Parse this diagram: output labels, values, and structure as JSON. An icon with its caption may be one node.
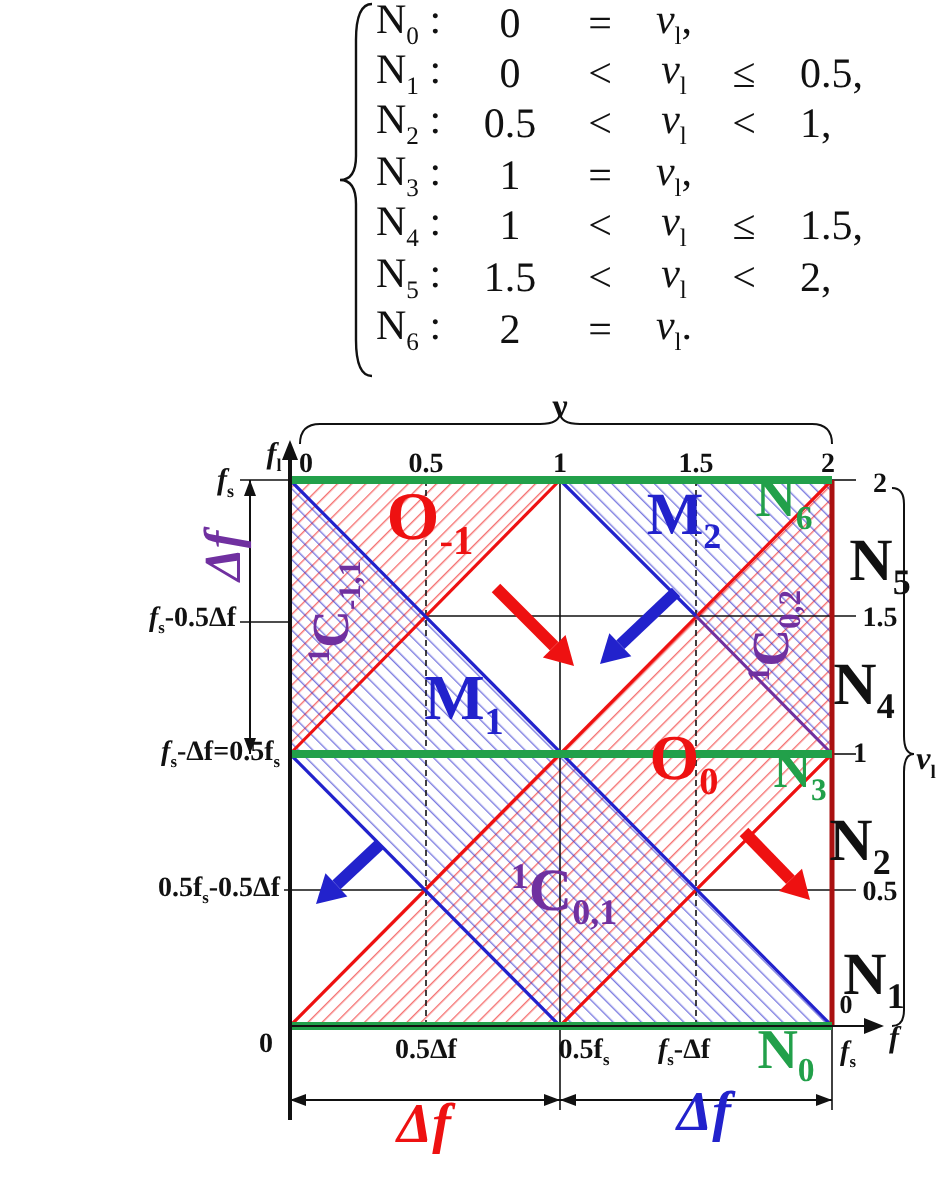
{
  "diagram": {
    "labels": [
      "N$_{0}$ :",
      "0",
      "=",
      "*ν*$_{l}$,",
      "N$_{1}$ :",
      "0",
      "<",
      "*ν*$_{l}$",
      "≤",
      "0.5,",
      "N$_{2}$ :",
      "0.5",
      "<",
      "*ν*$_{l}$",
      "<",
      "1,",
      "N$_{3}$ :",
      "1",
      "=",
      "*ν*$_{l}$,",
      "N$_{4}$ :",
      "1",
      "<",
      "*ν*$_{l}$",
      "≤",
      "1.5,",
      "N$_{5}$ :",
      "1.5",
      "<",
      "*ν*$_{l}$",
      "<",
      "2,",
      "N$_{6}$ :",
      "2",
      "=",
      "*ν*$_{l}$.",
      "ν",
      "*f*$_{l}$",
      "0",
      "0.5",
      "1",
      "1.5",
      "2",
      "*f*$_{s}$",
      "*f*$_{s}$-0.5Δf",
      "*f*$_{s}$-Δf=0.5f$_{s}$",
      "Δf",
      "O$_{-1}$",
      "M$_{2}$",
      "N$_{6}$",
      "2",
      "N$_{5}$",
      "$^{1}$C$_{0,2}$",
      "1.5",
      "$^{1}$C$_{-1,1}$",
      "M$_{1}$",
      "O$_{0}$",
      "N$_{4}$",
      "N$_{3}$",
      "1",
      "*ν*$_{l}$",
      "N$_{2}$",
      "0.5f$_{s}$-0.5Δf",
      "0.5",
      "$^{1}$C$_{0,1}$",
      "N$_{1}$",
      "0",
      "*f*",
      "0",
      "0.5Δf",
      "0.5f$_{s}$",
      "*f*$_{s}$-Δf",
      "N$_{0}$",
      "*f*$_{s}$",
      "Δf",
      "Δf"
    ]
  }
}
